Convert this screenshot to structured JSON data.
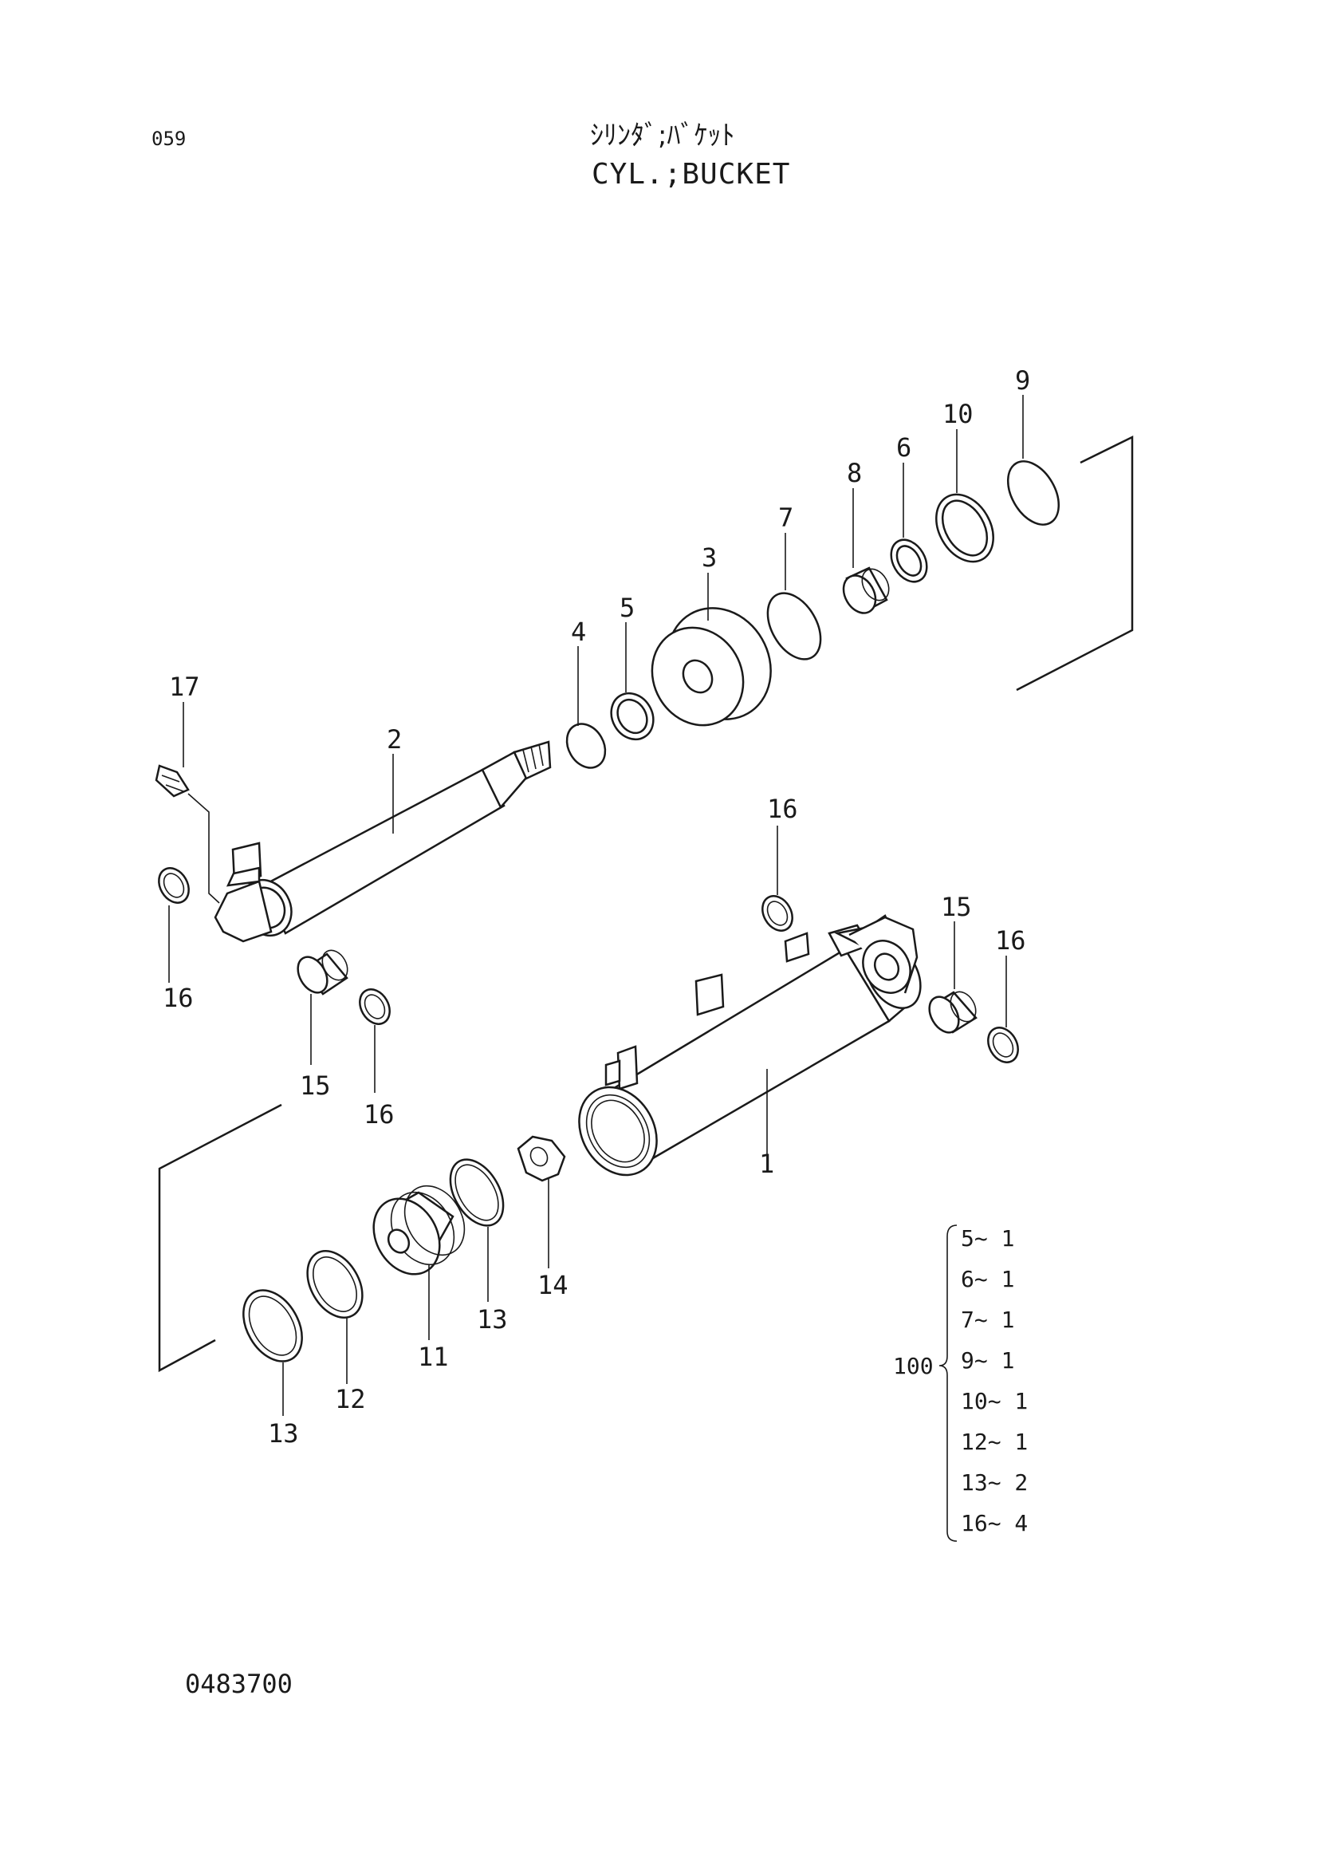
{
  "header": {
    "page_number": "059",
    "title_jp": "ｼﾘﾝﾀﾞ;ﾊﾞｹｯﾄ",
    "title_en": "CYL.;BUCKET"
  },
  "footer": {
    "drawing_number": "0483700"
  },
  "callouts": [
    {
      "id": "cl-1",
      "text": "1"
    },
    {
      "id": "cl-2",
      "text": "2"
    },
    {
      "id": "cl-3",
      "text": "3"
    },
    {
      "id": "cl-4",
      "text": "4"
    },
    {
      "id": "cl-5",
      "text": "5"
    },
    {
      "id": "cl-6",
      "text": "6"
    },
    {
      "id": "cl-7",
      "text": "7"
    },
    {
      "id": "cl-8",
      "text": "8"
    },
    {
      "id": "cl-9",
      "text": "9"
    },
    {
      "id": "cl-10",
      "text": "10"
    },
    {
      "id": "cl-11",
      "text": "11"
    },
    {
      "id": "cl-12",
      "text": "12"
    },
    {
      "id": "cl-13a",
      "text": "13"
    },
    {
      "id": "cl-13b",
      "text": "13"
    },
    {
      "id": "cl-14",
      "text": "14"
    },
    {
      "id": "cl-15a",
      "text": "15"
    },
    {
      "id": "cl-15b",
      "text": "15"
    },
    {
      "id": "cl-16a",
      "text": "16"
    },
    {
      "id": "cl-16b",
      "text": "16"
    },
    {
      "id": "cl-16c",
      "text": "16"
    },
    {
      "id": "cl-16d",
      "text": "16"
    },
    {
      "id": "cl-17",
      "text": "17"
    }
  ],
  "seal_kit": {
    "label": "100",
    "items": [
      {
        "part": "5",
        "qty": "1"
      },
      {
        "part": "6",
        "qty": "1"
      },
      {
        "part": "7",
        "qty": "1"
      },
      {
        "part": "9",
        "qty": "1"
      },
      {
        "part": "10",
        "qty": "1"
      },
      {
        "part": "12",
        "qty": "1"
      },
      {
        "part": "13",
        "qty": "2"
      },
      {
        "part": "16",
        "qty": "4"
      }
    ],
    "separator": "~"
  }
}
